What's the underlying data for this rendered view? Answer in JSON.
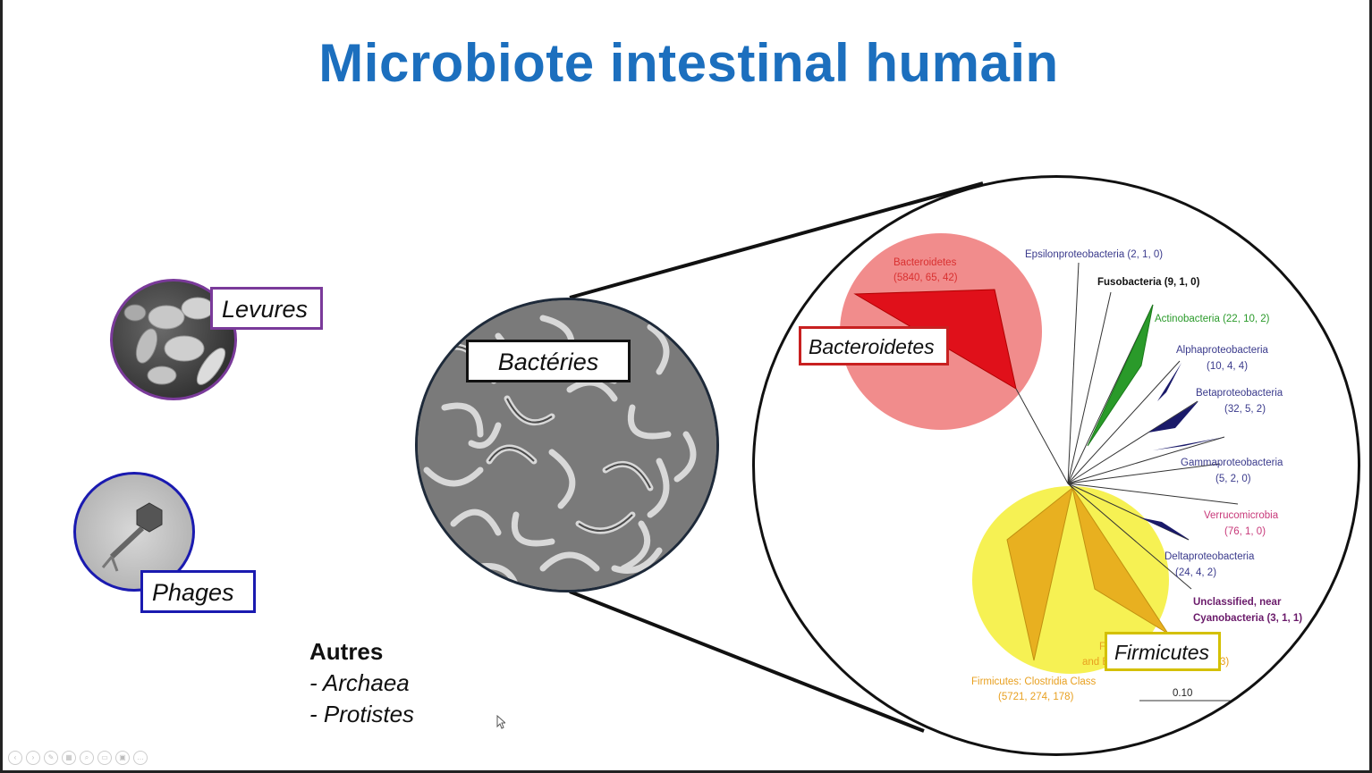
{
  "slide": {
    "title": "Microbiote intestinal humain",
    "labels": {
      "levures": "Levures",
      "phages": "Phages",
      "bacteries": "Bactéries",
      "bacteroidetes": "Bacteroidetes",
      "firmicutes": "Firmicutes"
    },
    "autres": {
      "heading": "Autres",
      "items": [
        "- Archaea",
        "- Protistes"
      ]
    }
  },
  "tree": {
    "taxa": [
      {
        "name": "Bacteroidetes",
        "counts": "(5840, 65, 42)",
        "color": "#d93030"
      },
      {
        "name": "Epsilonproteobacteria (2, 1, 0)",
        "color": "#3a3a8c"
      },
      {
        "name": "Fusobacteria (9, 1, 0)",
        "color": "#111111"
      },
      {
        "name": "Actinobacteria (22, 10, 2)",
        "color": "#2a9a2a"
      },
      {
        "name": "Alphaproteobacteria",
        "counts": "(10, 4, 4)",
        "color": "#3a3a8c"
      },
      {
        "name": "Betaproteobacteria",
        "counts": "(32, 5, 2)",
        "color": "#3a3a8c"
      },
      {
        "name": "Gammaproteobacteria",
        "counts": "(5, 2, 0)",
        "color": "#3a3a8c"
      },
      {
        "name": "Verrucomicrobia",
        "counts": "(76, 1, 0)",
        "color": "#c8397a"
      },
      {
        "name": "Deltaproteobacteria",
        "counts": "(24, 4, 2)",
        "color": "#3a3a8c"
      },
      {
        "name": "Unclassified, near",
        "counts": "Cyanobacteria (3, 1, 1)",
        "color": "#6a1a6a"
      },
      {
        "name": "Firmicutes: Clostridia Class",
        "counts": "(5721, 274, 178)",
        "color": "#e8a020"
      }
    ],
    "firmicutes_partial": [
      "F",
      "and B",
      "3)"
    ],
    "scale_label": "0.10"
  },
  "colors": {
    "title": "#1c6fbe",
    "bacteroidetes_fill": "#f08080",
    "firmicutes_fill": "#f5f040",
    "levures_border": "#7a3a9a",
    "phages_border": "#1a1ab0",
    "bacteroidetes_border": "#c82020",
    "firmicutes_border": "#d4c000"
  }
}
